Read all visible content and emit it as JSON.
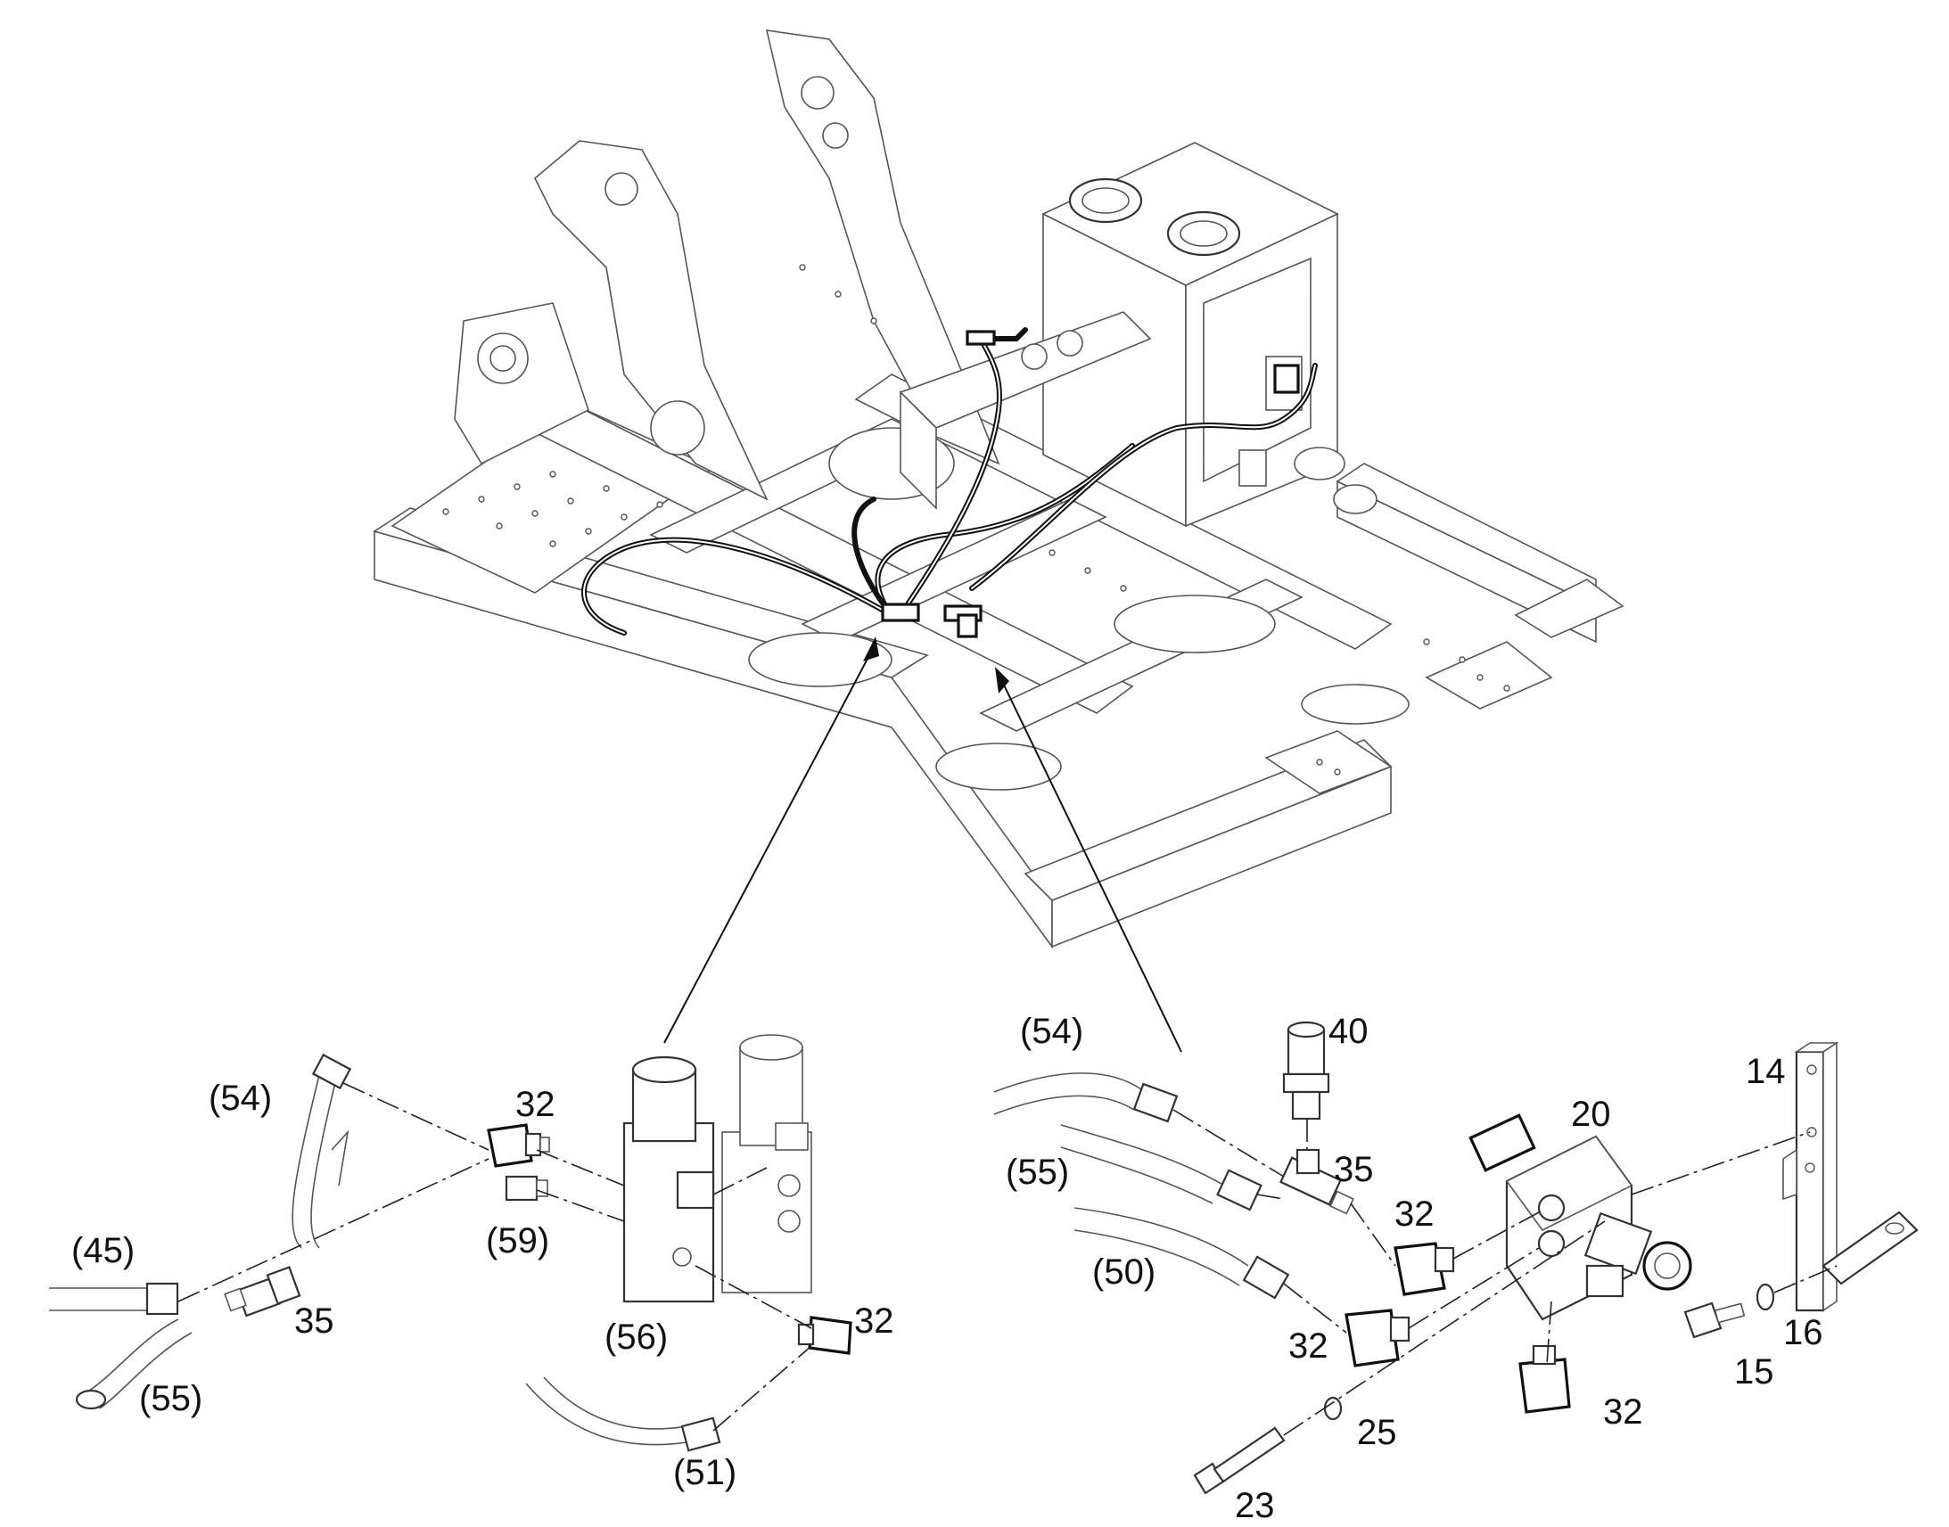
{
  "callouts": {
    "c_54_left": "(54)",
    "c_45": "(45)",
    "c_55_left": "(55)",
    "c_35_left": "35",
    "c_32_top_left": "32",
    "c_59": "(59)",
    "c_56": "(56)",
    "c_32_mid_left": "32",
    "c_51": "(51)",
    "c_54_right": "(54)",
    "c_55_right": "(55)",
    "c_50": "(50)",
    "c_40": "40",
    "c_35_right": "35",
    "c_32_a": "32",
    "c_32_b": "32",
    "c_32_c": "32",
    "c_20": "20",
    "c_14": "14",
    "c_16": "16",
    "c_15": "15",
    "c_25": "25",
    "c_23": "23"
  }
}
